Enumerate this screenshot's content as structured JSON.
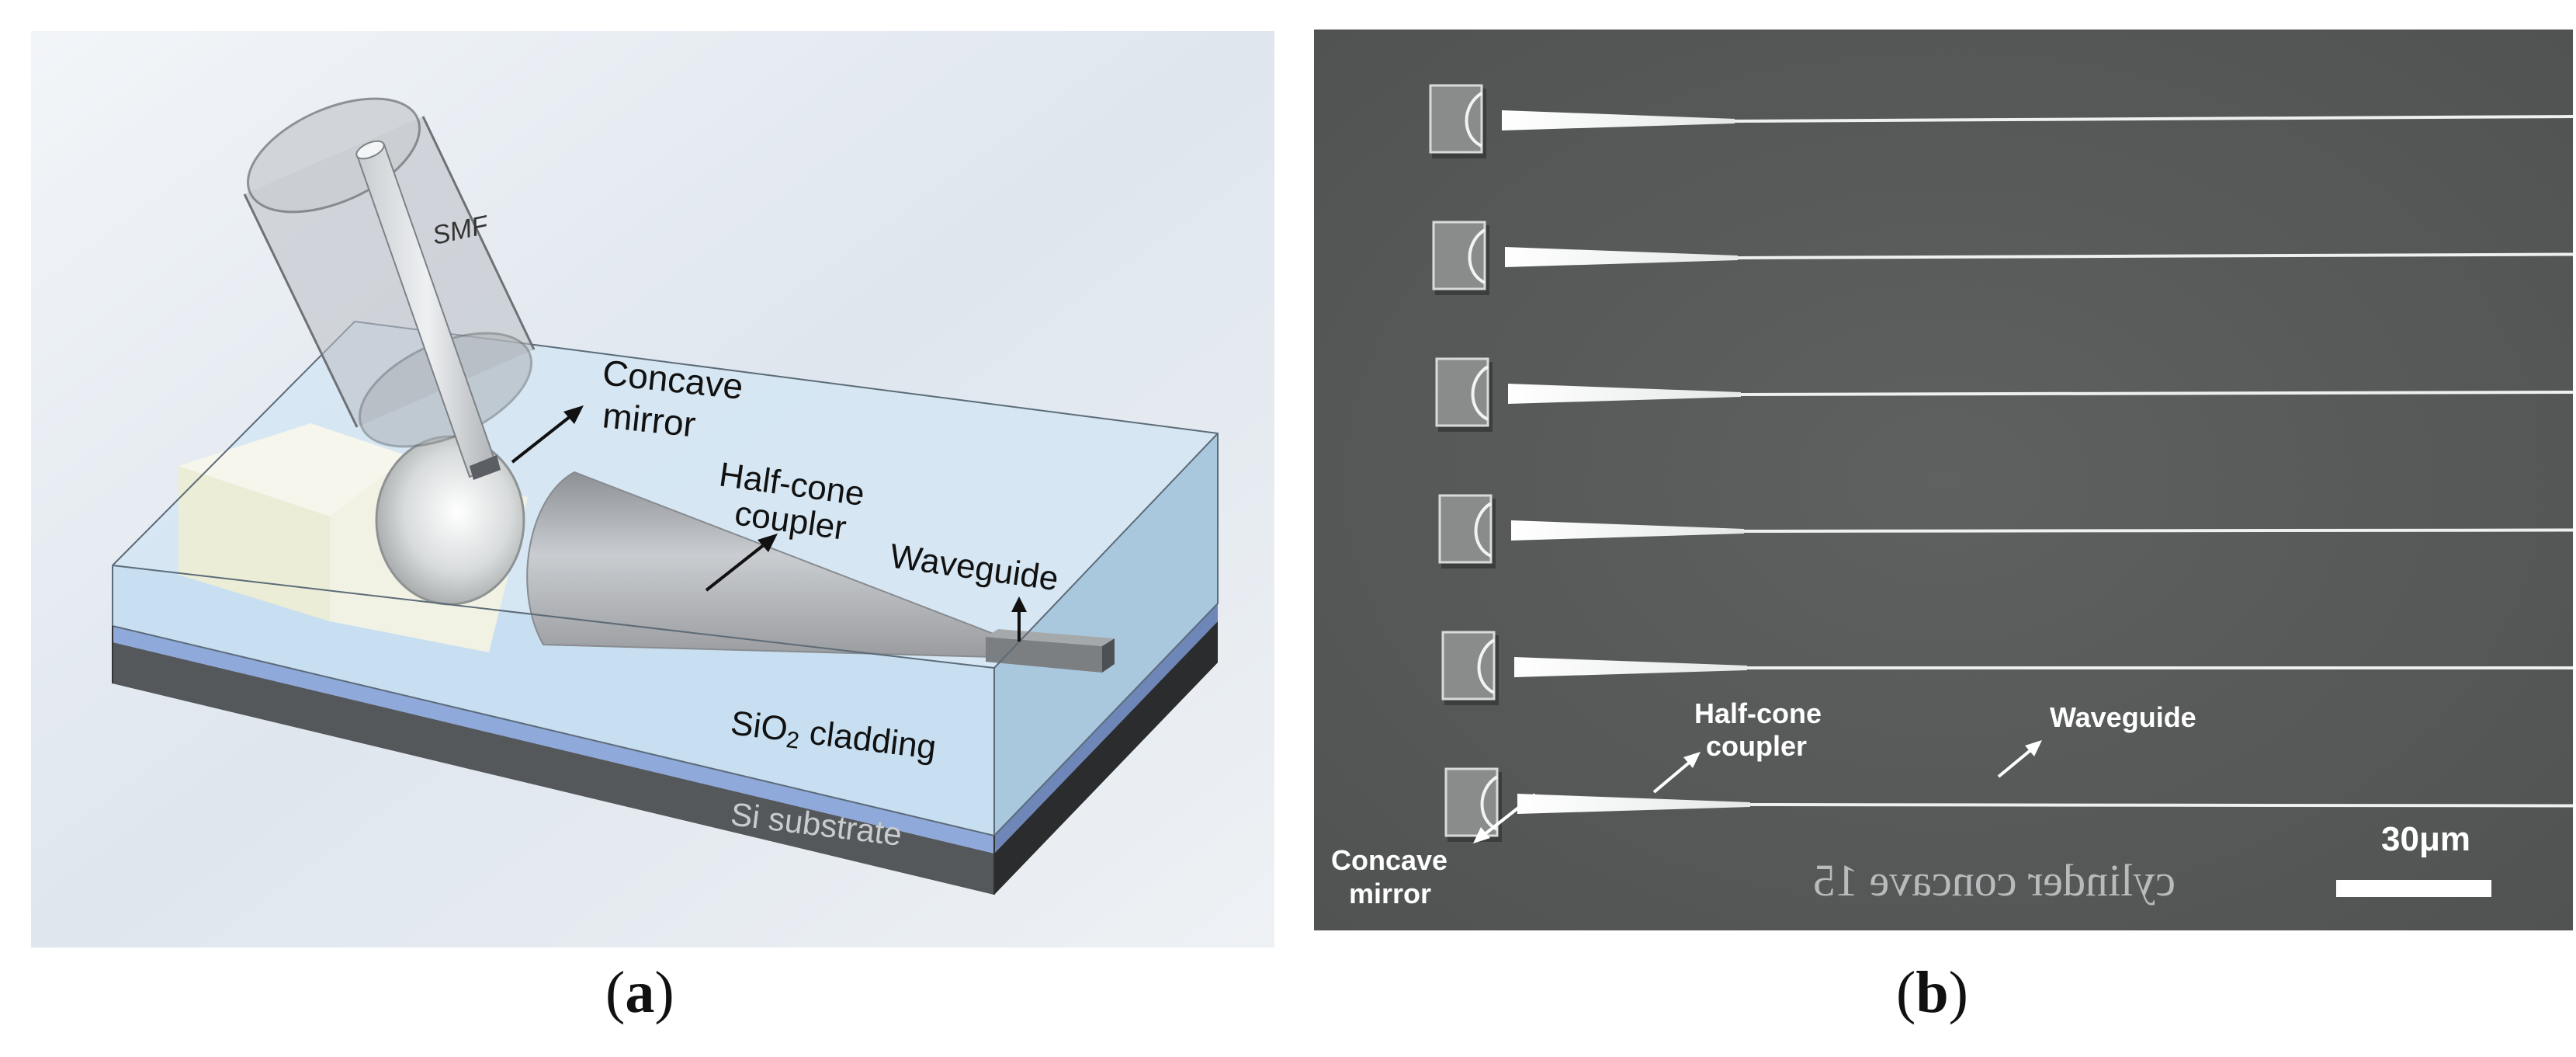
{
  "panel_a": {
    "caption_open": "(",
    "caption_letter": "a",
    "caption_close": ")",
    "labels": {
      "smf": "SMF",
      "concave_mirror_line1": "Concave",
      "concave_mirror_line2": "mirror",
      "half_cone_line1": "Half-cone",
      "half_cone_line2": "coupler",
      "waveguide": "Waveguide",
      "sio2_pre": "SiO",
      "sio2_sub": "2",
      "sio2_post": " cladding",
      "si_substrate": "Si substrate"
    }
  },
  "panel_b": {
    "caption_open": "(",
    "caption_letter": "b",
    "caption_close": ")",
    "labels": {
      "half_cone_line1": "Half-cone",
      "half_cone_line2": "coupler",
      "waveguide": "Waveguide",
      "concave_mirror_line1": "Concave",
      "concave_mirror_line2": "mirror",
      "scale_bar": "30μm",
      "mirrored_text": "cylinder concave 15"
    },
    "device_count": 6
  },
  "colors": {
    "sem_background": "#5a5c5c",
    "cladding": "#cfe3f1",
    "blue_layer": "#8aa6d8",
    "substrate": "#4a4a4a"
  }
}
